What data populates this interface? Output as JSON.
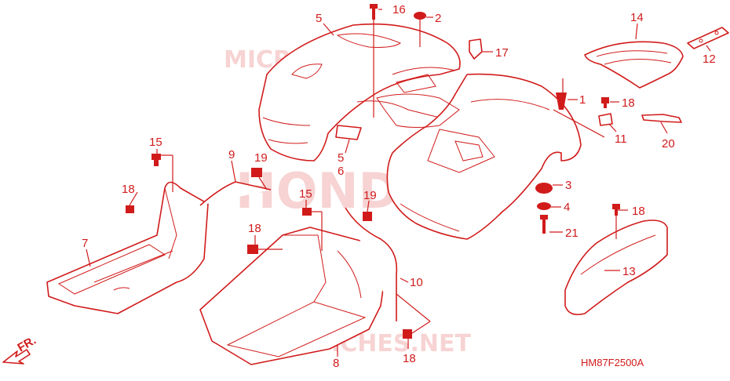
{
  "diagram": {
    "code": "HM87F2500A",
    "front_arrow": "FR.",
    "watermarks": [
      "MICROFICHE.NET",
      "HONDA",
      "MICROFICHES.NET"
    ],
    "callouts": [
      {
        "id": "1",
        "label": "1"
      },
      {
        "id": "2",
        "label": "2"
      },
      {
        "id": "3",
        "label": "3"
      },
      {
        "id": "4",
        "label": "4"
      },
      {
        "id": "5a",
        "label": "5"
      },
      {
        "id": "5b",
        "label": "5"
      },
      {
        "id": "6",
        "label": "6"
      },
      {
        "id": "7",
        "label": "7"
      },
      {
        "id": "8",
        "label": "8"
      },
      {
        "id": "9",
        "label": "9"
      },
      {
        "id": "10",
        "label": "10"
      },
      {
        "id": "11",
        "label": "11"
      },
      {
        "id": "12",
        "label": "12"
      },
      {
        "id": "13",
        "label": "13"
      },
      {
        "id": "14",
        "label": "14"
      },
      {
        "id": "15a",
        "label": "15"
      },
      {
        "id": "15b",
        "label": "15"
      },
      {
        "id": "16",
        "label": "16"
      },
      {
        "id": "17",
        "label": "17"
      },
      {
        "id": "18a",
        "label": "18"
      },
      {
        "id": "18b",
        "label": "18"
      },
      {
        "id": "18c",
        "label": "18"
      },
      {
        "id": "18d",
        "label": "18"
      },
      {
        "id": "18e",
        "label": "18"
      },
      {
        "id": "19a",
        "label": "19"
      },
      {
        "id": "19b",
        "label": "19"
      },
      {
        "id": "20",
        "label": "20"
      },
      {
        "id": "21",
        "label": "21"
      }
    ]
  }
}
